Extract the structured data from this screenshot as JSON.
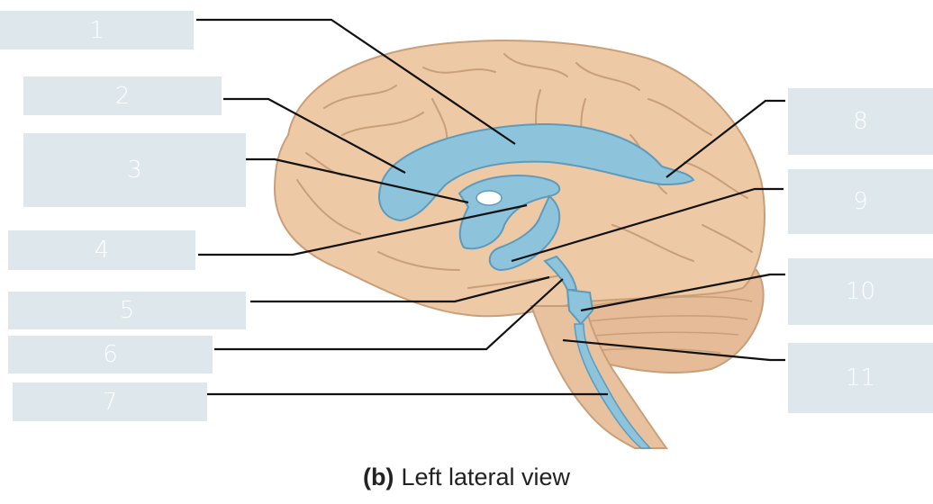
{
  "labels": [
    "1",
    "2",
    "3",
    "4",
    "5",
    "6",
    "7",
    "8",
    "9",
    "10",
    "11"
  ],
  "caption": {
    "letter": "(b)",
    "text": "Left lateral view"
  },
  "colors": {
    "brain": "#edc9a5",
    "brain_dark": "#c99f7a",
    "ventricle": "#8ec3dc",
    "ventricle_dark": "#5e9bbb",
    "label_box": "#dde7ec",
    "leader_line": "#111111"
  }
}
